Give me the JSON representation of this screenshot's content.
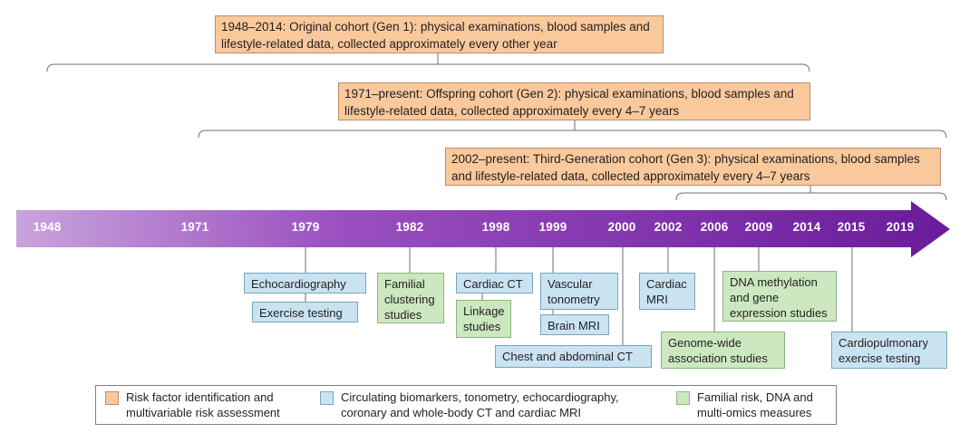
{
  "cohorts": {
    "gen1": "1948–2014: Original cohort (Gen 1): physical examinations, blood samples and lifestyle-related data, collected approximately every other year",
    "gen2": "1971–present: Offspring cohort (Gen 2): physical examinations, blood samples and lifestyle-related data, collected approximately every 4–7 years",
    "gen3": "2002–present: Third-Generation cohort (Gen 3): physical examinations, blood samples and lifestyle-related data, collected approximately every 4–7 years"
  },
  "years": [
    "1948",
    "1971",
    "1979",
    "1982",
    "1998",
    "1999",
    "2000",
    "2002",
    "2006",
    "2009",
    "2014",
    "2015",
    "2019"
  ],
  "events": {
    "echocardiography": "Echocardiography",
    "exercise_testing": "Exercise testing",
    "familial_clustering": "Familial clustering studies",
    "cardiac_ct": "Cardiac CT",
    "linkage_studies": "Linkage studies",
    "vascular_tonometry": "Vascular tonometry",
    "brain_mri": "Brain MRI",
    "chest_abdominal_ct": "Chest and abdominal CT",
    "cardiac_mri": "Cardiac MRI",
    "gwas": "Genome-wide association studies",
    "dna_methylation": "DNA methylation and gene expression studies",
    "cardiopulmonary": "Cardiopulmonary exercise testing"
  },
  "legend": {
    "orange": "Risk factor identification and multivariable risk assessment",
    "blue": "Circulating biomarkers, tonometry, echocardiography, coronary and whole-body CT and cardiac MRI",
    "green": "Familial  risk, DNA and multi-omics measures"
  },
  "colors": {
    "orange": "#f9c99c",
    "blue": "#c9e3f1",
    "green": "#cbe8c0",
    "arrow_start": "#c9a3dc",
    "arrow_end": "#6a1b9a"
  }
}
